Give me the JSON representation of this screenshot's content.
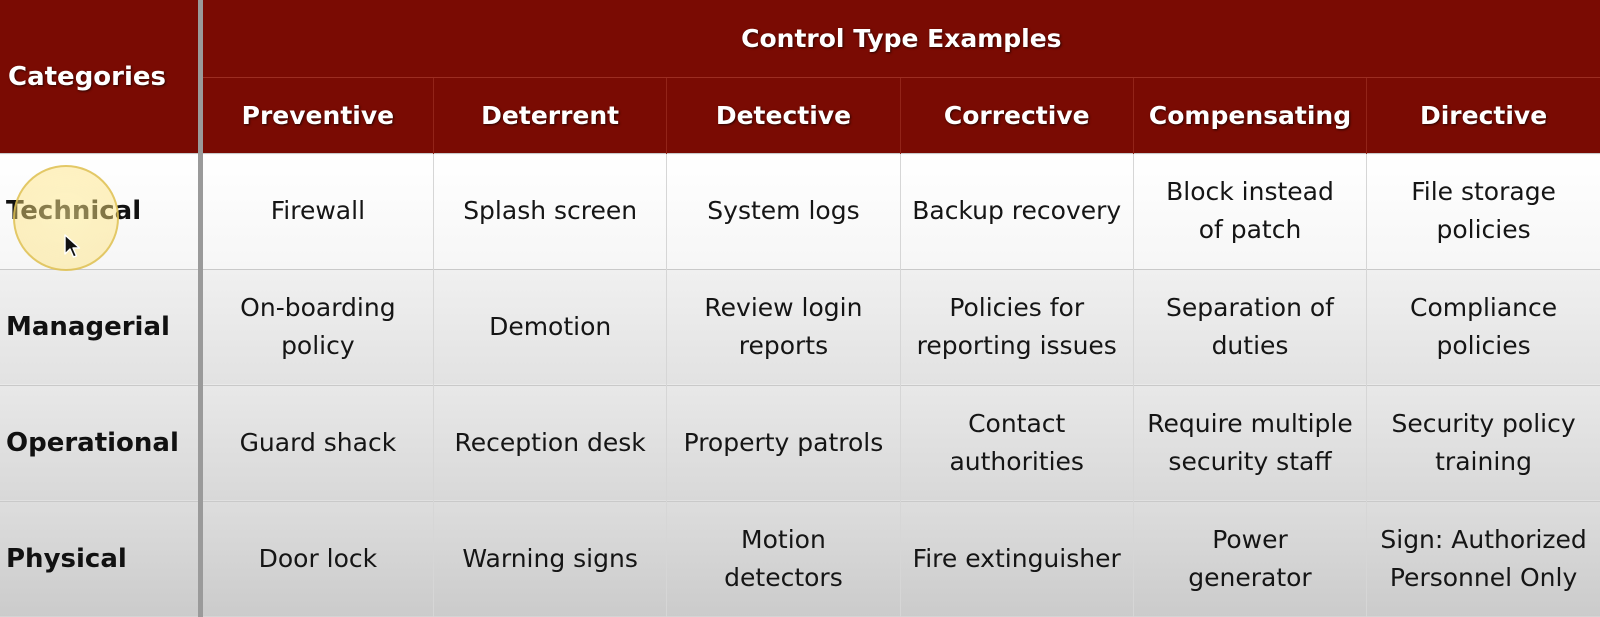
{
  "table": {
    "categories_label": "Categories",
    "title": "Control Type Examples",
    "columns": [
      "Preventive",
      "Deterrent",
      "Detective",
      "Corrective",
      "Compensating",
      "Directive"
    ],
    "rows": [
      {
        "category": "Technical",
        "cells": [
          "Firewall",
          "Splash screen",
          "System logs",
          "Backup recovery",
          "Block instead\nof patch",
          "File storage\npolicies"
        ]
      },
      {
        "category": "Managerial",
        "cells": [
          "On-boarding\npolicy",
          "Demotion",
          "Review login\nreports",
          "Policies for\nreporting issues",
          "Separation of\nduties",
          "Compliance\npolicies"
        ]
      },
      {
        "category": "Operational",
        "cells": [
          "Guard shack",
          "Reception desk",
          "Property patrols",
          "Contact\nauthorities",
          "Require multiple\nsecurity staff",
          "Security policy\ntraining"
        ]
      },
      {
        "category": "Physical",
        "cells": [
          "Door lock",
          "Warning signs",
          "Motion\ndetectors",
          "Fire extinguisher",
          "Power\ngenerator",
          "Sign: Authorized\nPersonnel Only"
        ]
      }
    ]
  },
  "colors": {
    "header_bg": "#7a0b03",
    "header_text": "#ffffff",
    "cursor_highlight": "#ffe27a"
  },
  "cursor": {
    "icon": "mouse-pointer-icon",
    "highlight_icon": "cursor-highlight-ring"
  }
}
